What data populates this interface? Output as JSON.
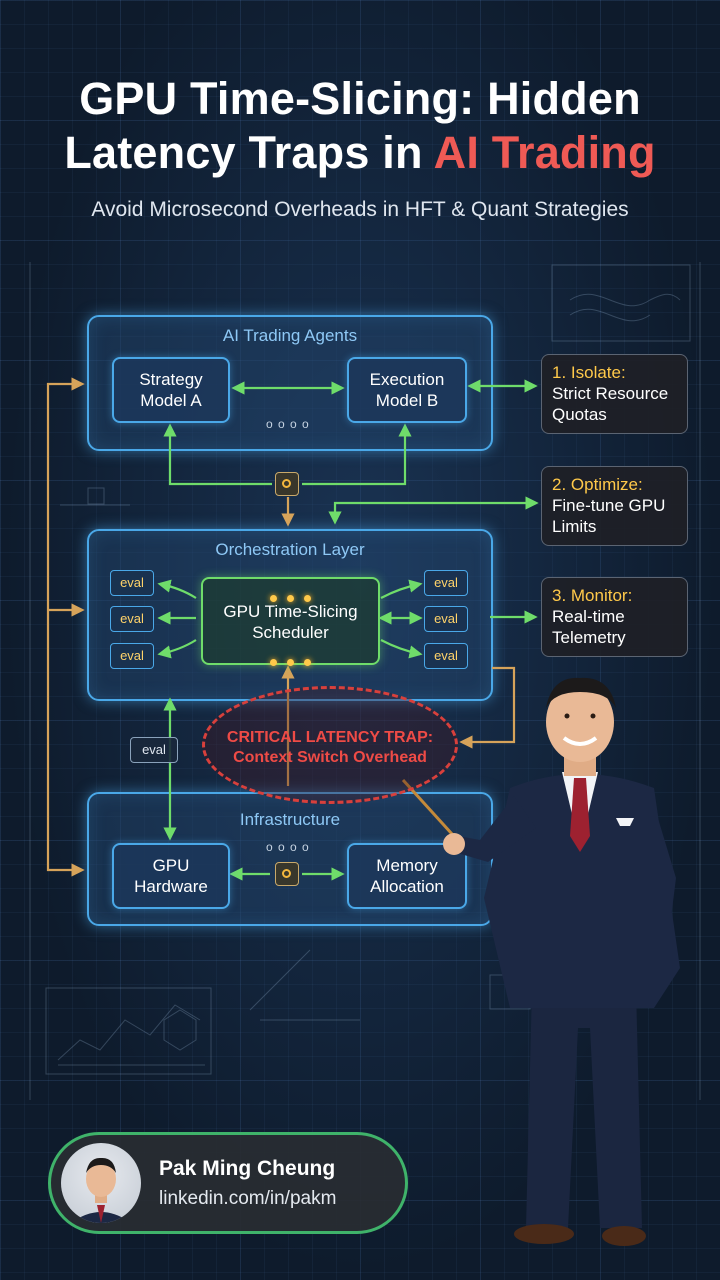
{
  "header": {
    "title_line1": "GPU Time-Slicing: Hidden",
    "title_line2_prefix": "Latency Traps in ",
    "title_line2_accent": "AI Trading",
    "subtitle": "Avoid Microsecond Overheads in HFT & Quant Strategies"
  },
  "agents_panel": {
    "title": "AI Trading Agents",
    "strategy_model": [
      "Strategy",
      "Model A"
    ],
    "execution_model": [
      "Execution",
      "Model B"
    ]
  },
  "orchestration_panel": {
    "title": "Orchestration Layer",
    "scheduler": [
      "GPU Time-Slicing",
      "Scheduler"
    ],
    "eval_label": "eval"
  },
  "infrastructure_panel": {
    "title": "Infrastructure",
    "gpu_hardware": [
      "GPU",
      "Hardware"
    ],
    "memory_allocation": [
      "Memory",
      "Allocation"
    ]
  },
  "side_notes": [
    {
      "heading": "1. Isolate:",
      "body": [
        "Strict Resource",
        "Quotas"
      ]
    },
    {
      "heading": "2. Optimize:",
      "body": [
        "Fine-tune GPU",
        "Limits"
      ]
    },
    {
      "heading": "3. Monitor:",
      "body": [
        "Real-time",
        "Telemetry"
      ]
    }
  ],
  "trap": {
    "line1": "CRITICAL LATENCY TRAP:",
    "line2": "Context Switch Overhead"
  },
  "eval_side_label": "eval",
  "profile": {
    "name": "Pak Ming Cheung",
    "link": "linkedin.com/in/pakm"
  },
  "colors": {
    "accent_red": "#ef5a55",
    "panel_blue": "#4aa8e8",
    "arrow_green": "#6fdc6a",
    "arrow_gold": "#d6a35a",
    "highlight_yellow": "#ffc94a",
    "card_green": "#3fb36a"
  }
}
